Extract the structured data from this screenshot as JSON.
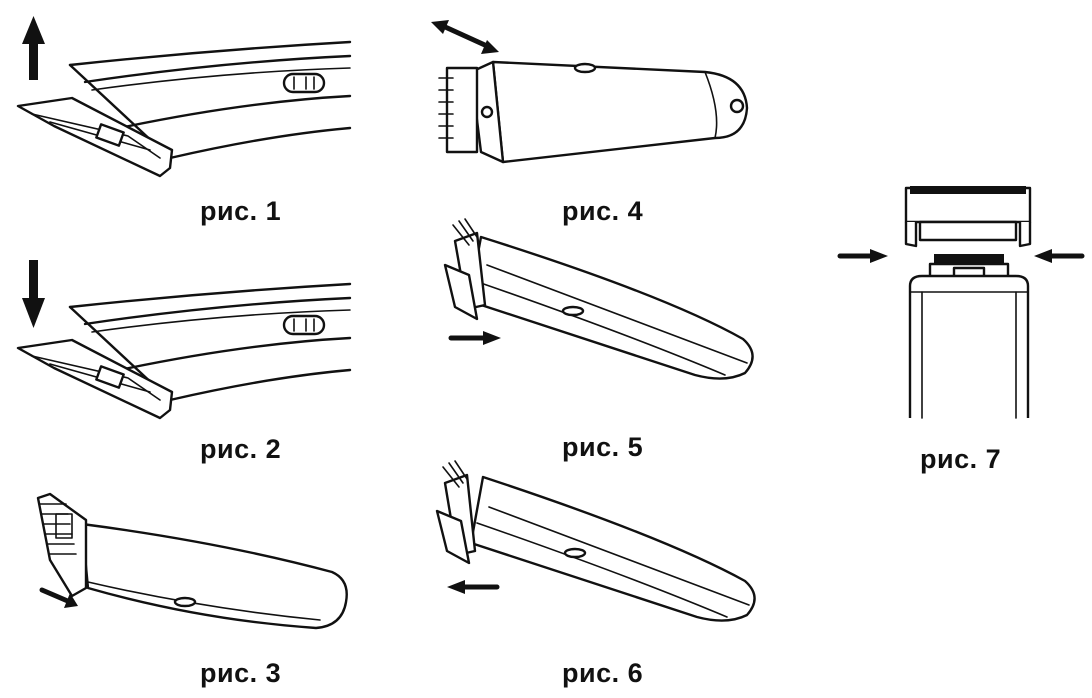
{
  "figures": [
    {
      "id": "fig1",
      "caption": "рис. 1"
    },
    {
      "id": "fig2",
      "caption": "рис. 2"
    },
    {
      "id": "fig3",
      "caption": "рис. 3"
    },
    {
      "id": "fig4",
      "caption": "рис. 4"
    },
    {
      "id": "fig5",
      "caption": "рис. 5"
    },
    {
      "id": "fig6",
      "caption": "рис. 6"
    },
    {
      "id": "fig7",
      "caption": "рис. 7"
    }
  ],
  "colors": {
    "line": "#111111",
    "background": "#ffffff"
  },
  "icons": [
    "arrow-up-icon",
    "arrow-down-icon",
    "arrow-right-icon",
    "arrow-left-icon",
    "double-arrow-icon"
  ]
}
